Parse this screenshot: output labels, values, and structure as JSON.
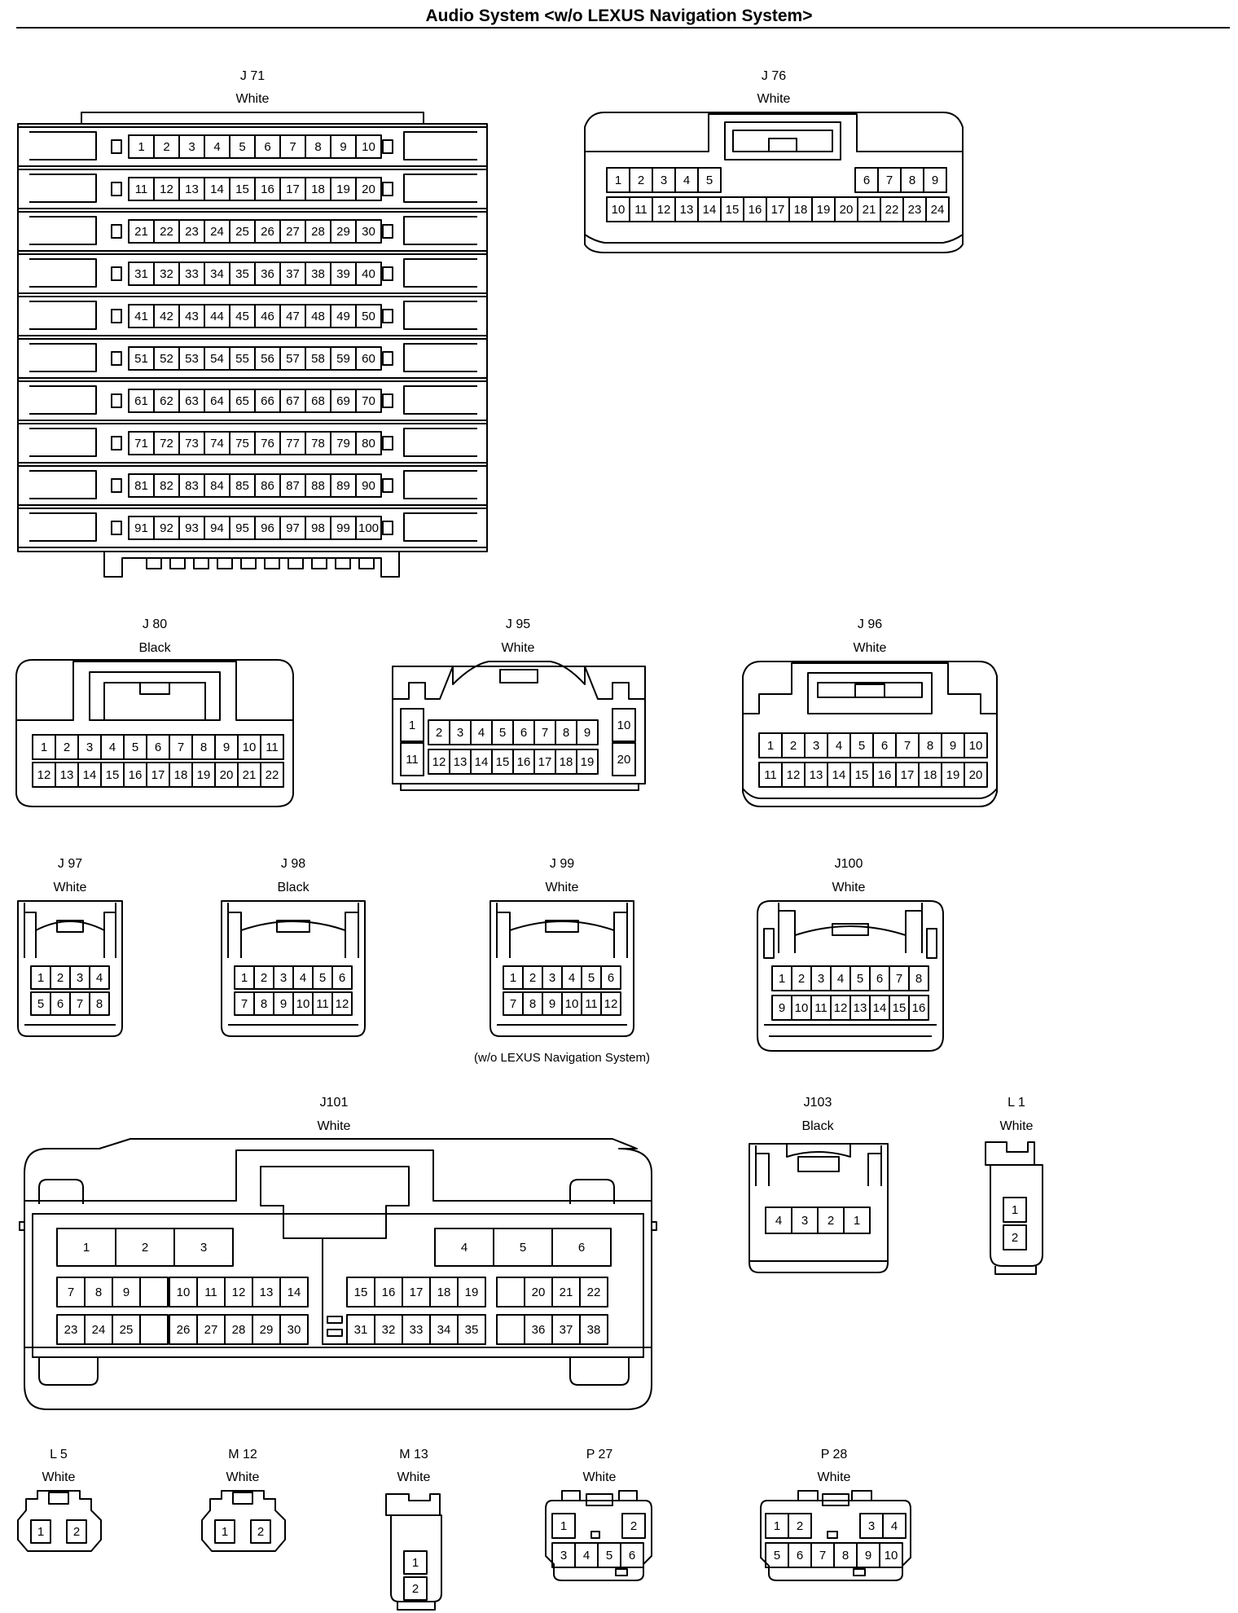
{
  "page": {
    "title": "Audio System <w/o LEXUS Navigation System>"
  },
  "connectors": {
    "J71": {
      "name": "J 71",
      "color": "White"
    },
    "J76": {
      "name": "J 76",
      "color": "White"
    },
    "J80": {
      "name": "J 80",
      "color": "Black"
    },
    "J95": {
      "name": "J 95",
      "color": "White"
    },
    "J96": {
      "name": "J 96",
      "color": "White"
    },
    "J97": {
      "name": "J 97",
      "color": "White"
    },
    "J98": {
      "name": "J 98",
      "color": "Black"
    },
    "J99": {
      "name": "J 99",
      "color": "White",
      "note": "(w/o LEXUS Navigation System)"
    },
    "J100": {
      "name": "J100",
      "color": "White"
    },
    "J101": {
      "name": "J101",
      "color": "White"
    },
    "J103": {
      "name": "J103",
      "color": "Black"
    },
    "L1": {
      "name": "L 1",
      "color": "White"
    },
    "L5": {
      "name": "L 5",
      "color": "White"
    },
    "M12": {
      "name": "M 12",
      "color": "White"
    },
    "M13": {
      "name": "M 13",
      "color": "White"
    },
    "P27": {
      "name": "P 27",
      "color": "White"
    },
    "P28": {
      "name": "P 28",
      "color": "White"
    }
  }
}
